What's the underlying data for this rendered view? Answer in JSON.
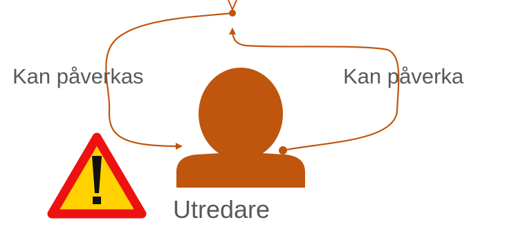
{
  "labels": {
    "influenced": "Kan påverkas",
    "influences": "Kan påverka",
    "person": "Utredare"
  },
  "icons": {
    "person": "person-silhouette-icon",
    "warning": "warning-triangle-icon"
  },
  "colors": {
    "accent": "#c0550e",
    "text": "#595959",
    "warning_fill": "#ffd200",
    "warning_border": "#ee1111",
    "warning_mark": "#111111"
  }
}
